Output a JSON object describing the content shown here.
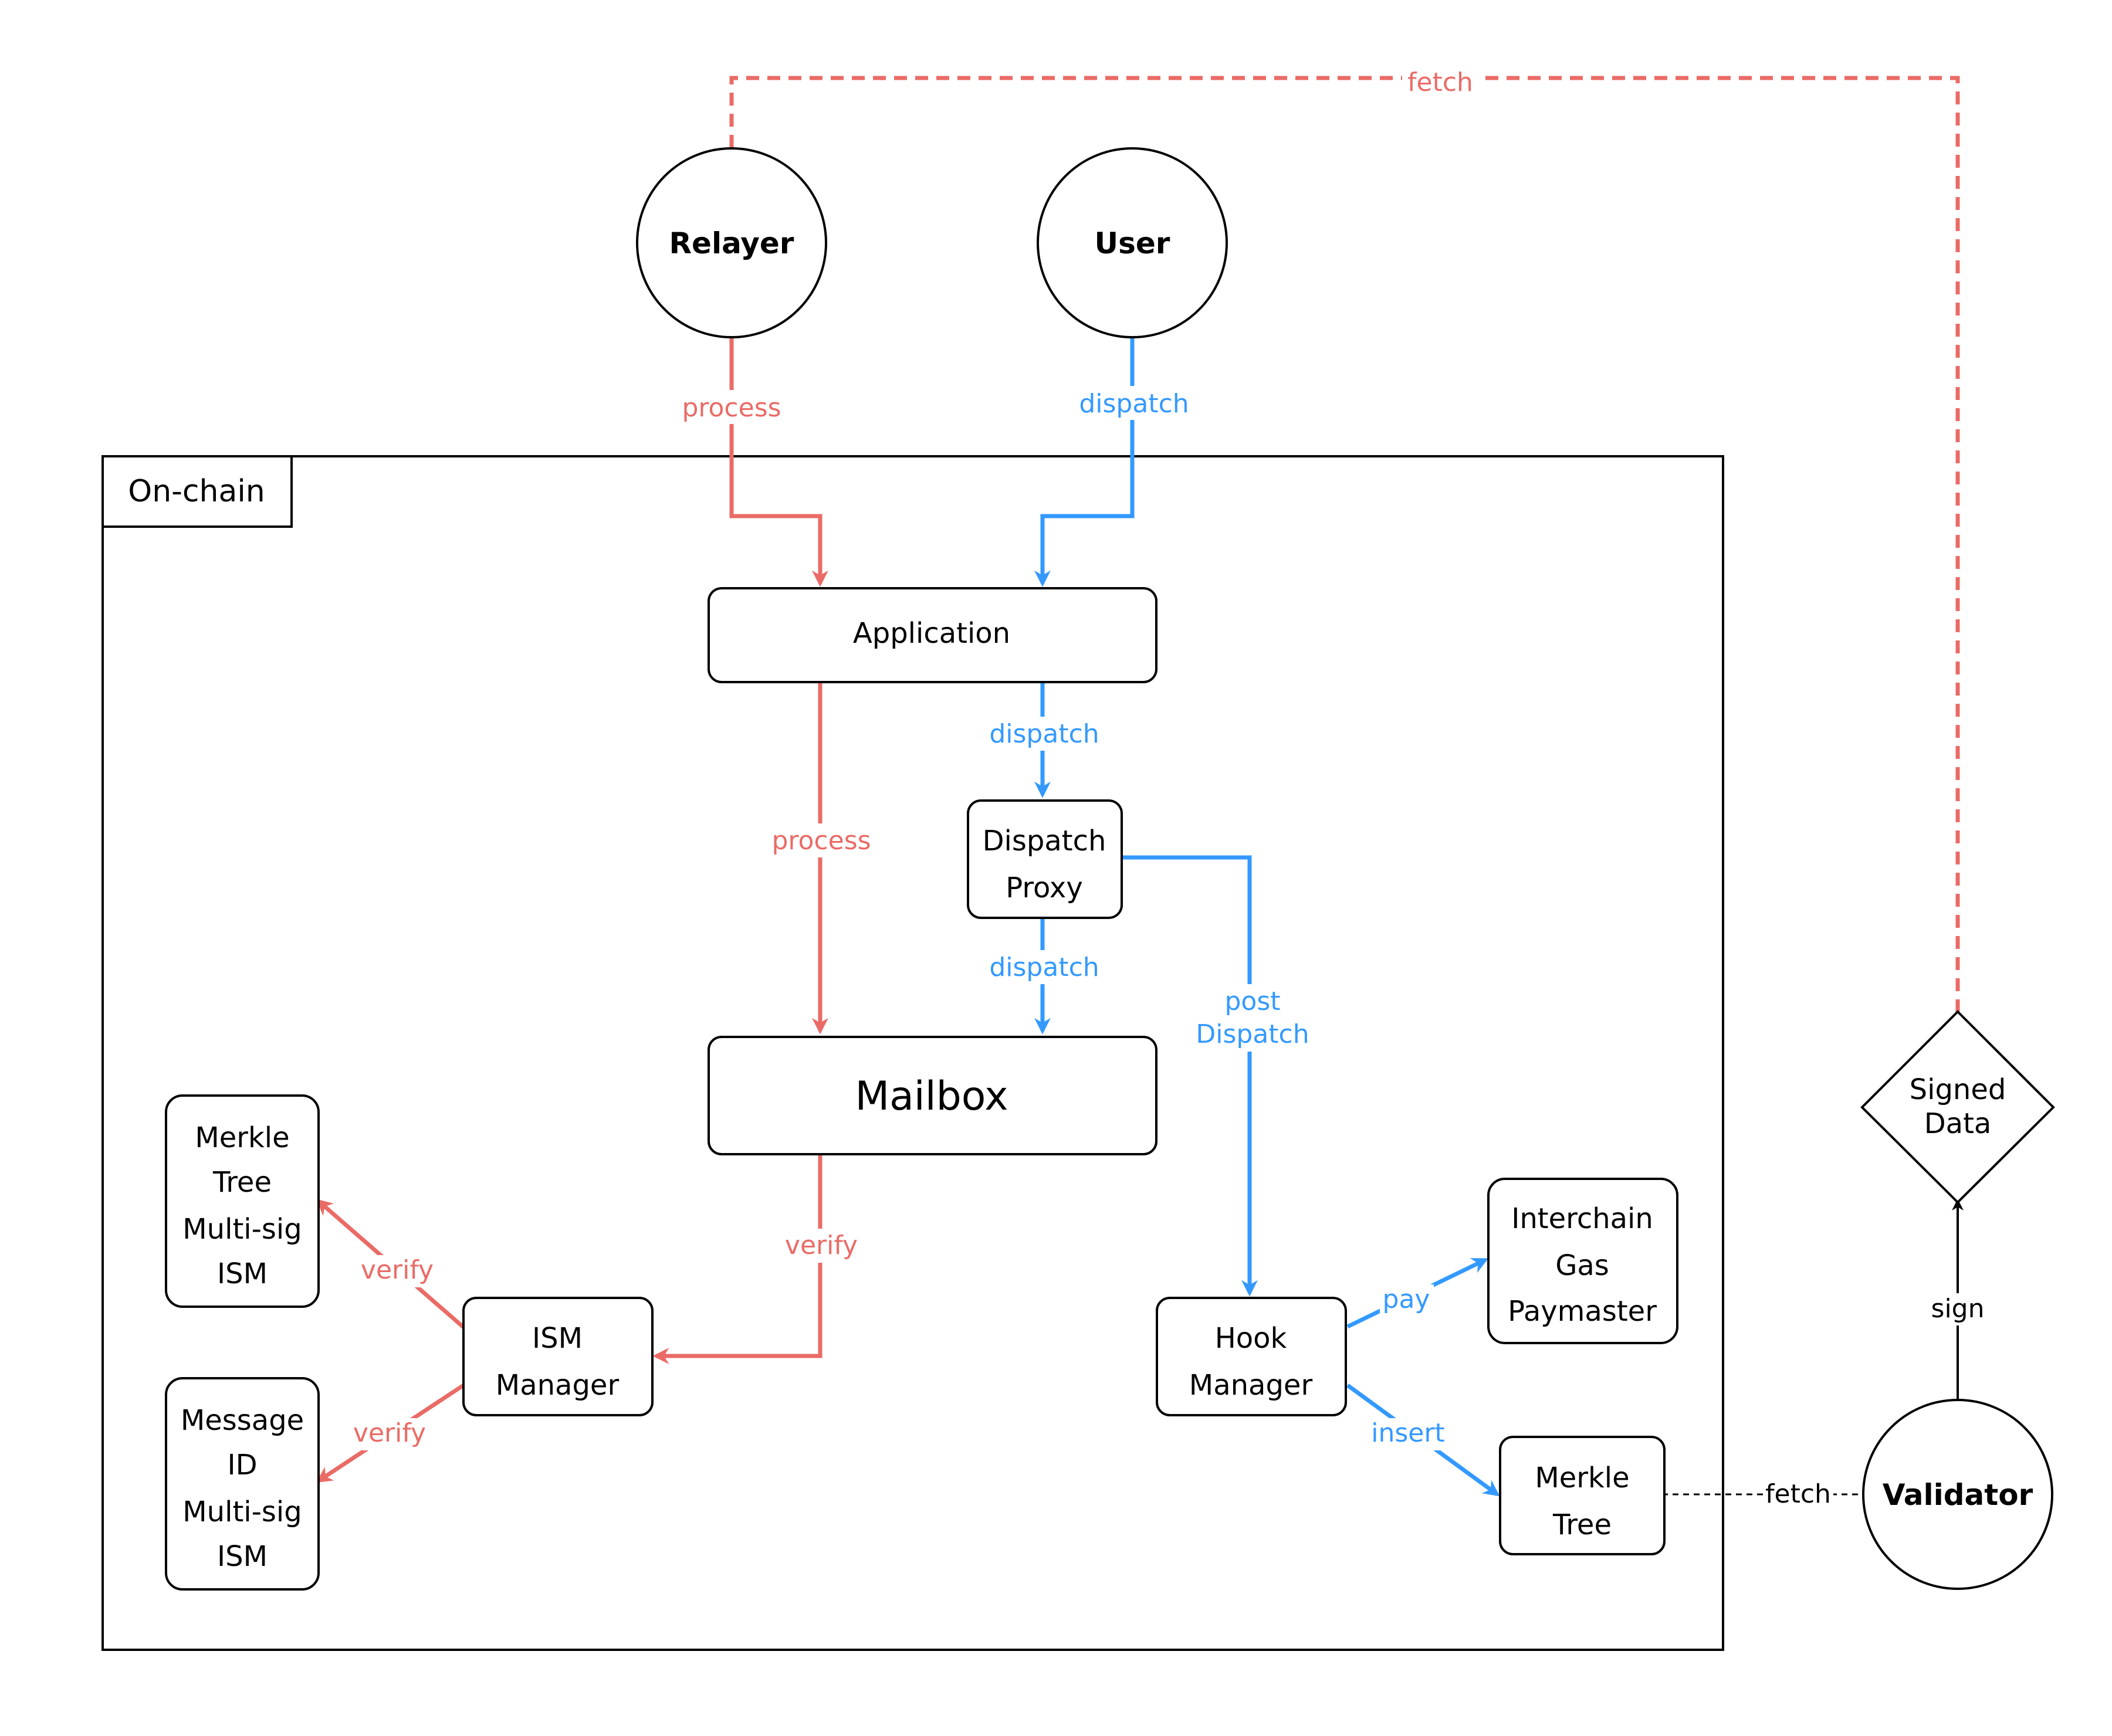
{
  "colors": {
    "relayer_flow": "#ea6b66",
    "dispatch_flow": "#3399ff",
    "outline": "#000000"
  },
  "actors": {
    "relayer": "Relayer",
    "user": "User",
    "validator": "Validator"
  },
  "container": {
    "label": "On-chain"
  },
  "nodes": {
    "application": "Application",
    "dispatch_proxy": [
      "Dispatch",
      "Proxy"
    ],
    "mailbox": "Mailbox",
    "merkle_tree_multisig_ism": [
      "Merkle",
      "Tree",
      "Multi-sig",
      "ISM"
    ],
    "message_id_multisig_ism": [
      "Message",
      "ID",
      "Multi-sig",
      "ISM"
    ],
    "ism_manager": [
      "ISM",
      "Manager"
    ],
    "hook_manager": [
      "Hook",
      "Manager"
    ],
    "interchain_gas_paymaster": [
      "Interchain",
      "Gas",
      "Paymaster"
    ],
    "merkle_tree": [
      "Merkle",
      "Tree"
    ],
    "signed_data": [
      "Signed",
      "Data"
    ]
  },
  "edges": {
    "relayer_fetch": "fetch",
    "relayer_process": "process",
    "user_dispatch": "dispatch",
    "app_dispatch": "dispatch",
    "app_process": "process",
    "proxy_dispatch": "dispatch",
    "post_dispatch": [
      "post",
      "Dispatch"
    ],
    "mailbox_verify": "verify",
    "verify_merkle": "verify",
    "verify_message": "verify",
    "pay": "pay",
    "insert": "insert",
    "validator_fetch": "fetch",
    "sign": "sign"
  }
}
